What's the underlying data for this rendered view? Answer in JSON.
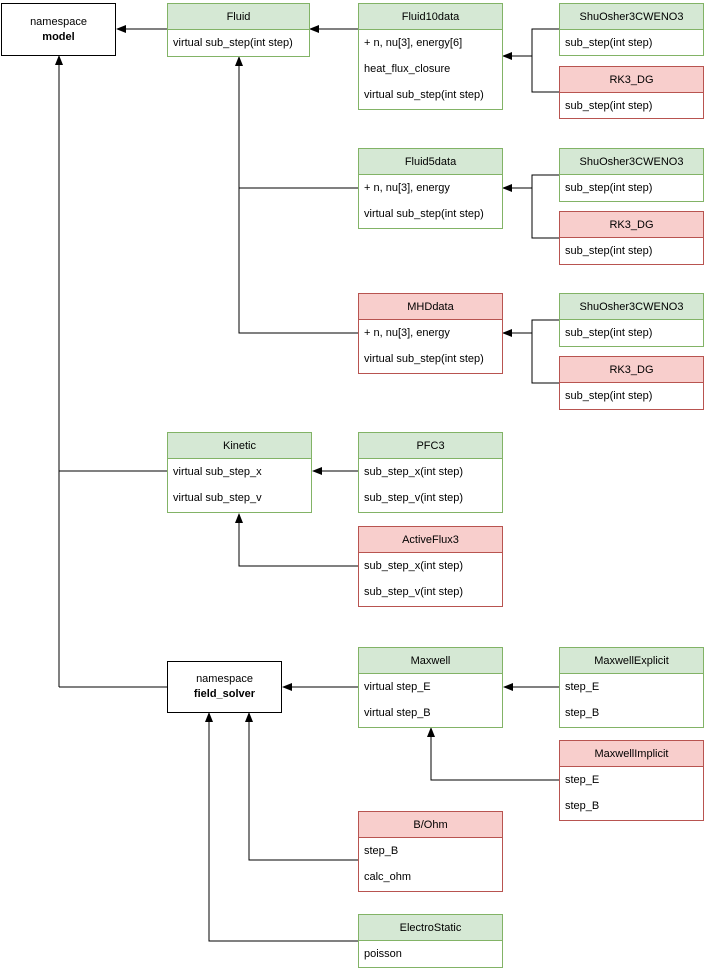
{
  "namespaces": {
    "model": {
      "keyword": "namespace",
      "name": "model"
    },
    "field_solver": {
      "keyword": "namespace",
      "name": "field_solver"
    }
  },
  "classes": {
    "fluid": {
      "title": "Fluid",
      "rows": [
        "virtual sub_step(int step)"
      ]
    },
    "fluid10data": {
      "title": "Fluid10data",
      "rows": [
        "+ n, nu[3], energy[6]",
        "heat_flux_closure",
        "virtual sub_step(int step)"
      ]
    },
    "shu1": {
      "title": "ShuOsher3CWENO3",
      "rows": [
        "sub_step(int step)"
      ]
    },
    "rk1": {
      "title": "RK3_DG",
      "rows": [
        "sub_step(int step)"
      ]
    },
    "fluid5data": {
      "title": "Fluid5data",
      "rows": [
        "+ n, nu[3], energy",
        "virtual sub_step(int step)"
      ]
    },
    "shu2": {
      "title": "ShuOsher3CWENO3",
      "rows": [
        "sub_step(int step)"
      ]
    },
    "rk2": {
      "title": "RK3_DG",
      "rows": [
        "sub_step(int step)"
      ]
    },
    "mhddata": {
      "title": "MHDdata",
      "rows": [
        "+ n, nu[3], energy",
        "virtual sub_step(int step)"
      ]
    },
    "shu3": {
      "title": "ShuOsher3CWENO3",
      "rows": [
        "sub_step(int step)"
      ]
    },
    "rk3": {
      "title": "RK3_DG",
      "rows": [
        "sub_step(int step)"
      ]
    },
    "kinetic": {
      "title": "Kinetic",
      "rows": [
        "virtual sub_step_x",
        "virtual sub_step_v"
      ]
    },
    "pfc3": {
      "title": "PFC3",
      "rows": [
        "sub_step_x(int step)",
        "sub_step_v(int step)"
      ]
    },
    "activeflux3": {
      "title": "ActiveFlux3",
      "rows": [
        "sub_step_x(int step)",
        "sub_step_v(int step)"
      ]
    },
    "maxwell": {
      "title": "Maxwell",
      "rows": [
        "virtual step_E",
        "virtual step_B"
      ]
    },
    "maxwellexplicit": {
      "title": "MaxwellExplicit",
      "rows": [
        "step_E",
        "step_B"
      ]
    },
    "maxwellimplicit": {
      "title": "MaxwellImplicit",
      "rows": [
        "step_E",
        "step_B"
      ]
    },
    "bohm": {
      "title": "B/Ohm",
      "rows": [
        "step_B",
        "calc_ohm"
      ]
    },
    "electrostatic": {
      "title": "ElectroStatic",
      "rows": [
        "poisson"
      ]
    }
  },
  "colors": {
    "implemented_fill": "#d5e8d4",
    "implemented_stroke": "#82b366",
    "planned_fill": "#f8cecc",
    "planned_stroke": "#b85450",
    "connector": "#000000"
  }
}
